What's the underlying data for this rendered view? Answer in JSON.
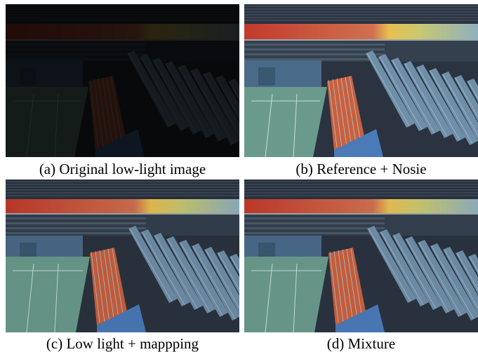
{
  "figure": {
    "panels": [
      {
        "id": "a",
        "caption": "(a) Original low-light image",
        "brightness": 0.18
      },
      {
        "id": "b",
        "caption": "(b) Reference + Nosie",
        "brightness": 1.0
      },
      {
        "id": "c",
        "caption": "(c) Low light + mappping",
        "brightness": 0.95
      },
      {
        "id": "d",
        "caption": "(d) Mixture",
        "brightness": 0.97
      }
    ]
  },
  "colors": {
    "court_floor": "#6a9a8c",
    "orange_stand": "#c8603f",
    "seat_blue": "#6f8fa8",
    "banner_left": "#c23a2a",
    "banner_mid": "#e8c050",
    "banner_right": "#8fb0c0",
    "wall_blue": "#4a6a8a",
    "dark_upper": "#2b3340"
  }
}
